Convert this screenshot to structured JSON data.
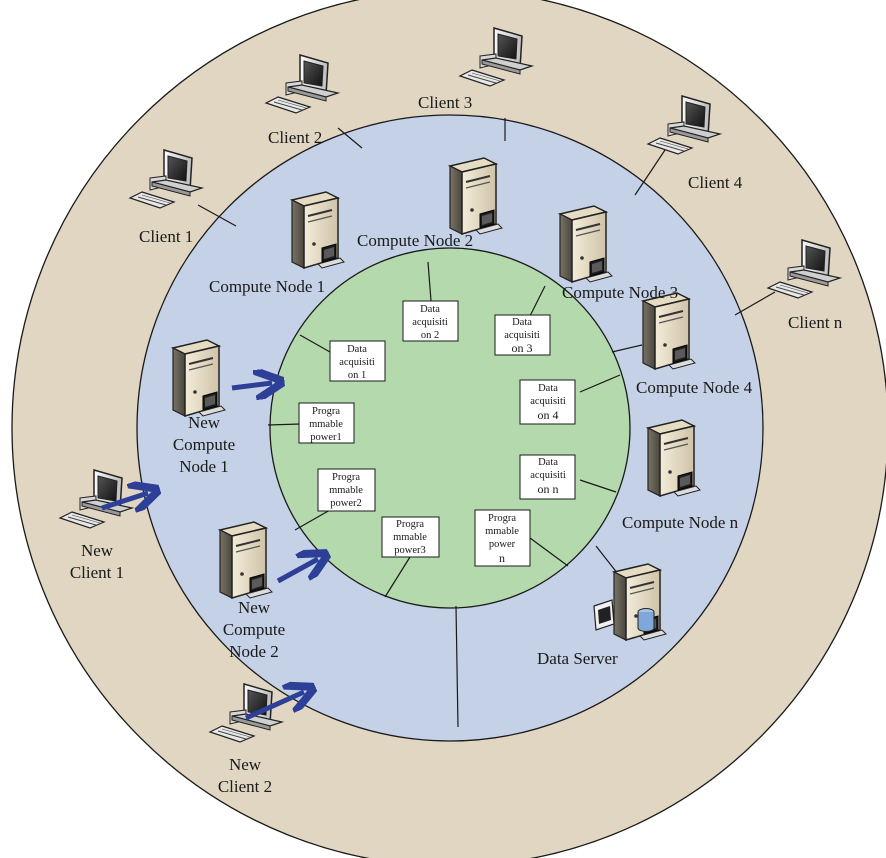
{
  "colors": {
    "outer_ring": "#e0d6c2",
    "middle_ring": "#c5d1e6",
    "inner_ring": "#b3d9ad",
    "arrow": "#2e3f97"
  },
  "clients": {
    "c1": "Client 1",
    "c2": "Client 2",
    "c3": "Client 3",
    "c4": "Client 4",
    "cn": "Client n",
    "new1": [
      "New",
      "Client 1"
    ],
    "new2": [
      "New",
      "Client 2"
    ]
  },
  "nodes": {
    "n1": "Compute Node 1",
    "n2": "Compute Node 2",
    "n3": "Compute Node 3",
    "n4": "Compute Node 4",
    "nn": "Compute Node n",
    "new1": [
      "New",
      "Compute",
      "Node 1"
    ],
    "new2": [
      "New",
      "Compute",
      "Node 2"
    ]
  },
  "data_server": "Data Server",
  "modules": {
    "da1": [
      "Data",
      "acquisiti",
      "on 1"
    ],
    "da2": [
      "Data",
      "acquisiti",
      "on 2"
    ],
    "da3": [
      "Data",
      "acquisiti",
      "on 3"
    ],
    "da4": [
      "Data",
      "acquisiti",
      "on 4"
    ],
    "dan": [
      "Data",
      "acquisiti",
      "on n"
    ],
    "pp1": [
      "Progra",
      "mmable",
      "power1"
    ],
    "pp2": [
      "Progra",
      "mmable",
      "power2"
    ],
    "pp3": [
      "Progra",
      "mmable",
      "power3"
    ],
    "ppn": [
      "Progra",
      "mmable",
      "power",
      "n"
    ]
  },
  "icons": {
    "client": "desktop-computer-icon",
    "node": "server-tower-icon",
    "data_server": "database-server-icon"
  }
}
